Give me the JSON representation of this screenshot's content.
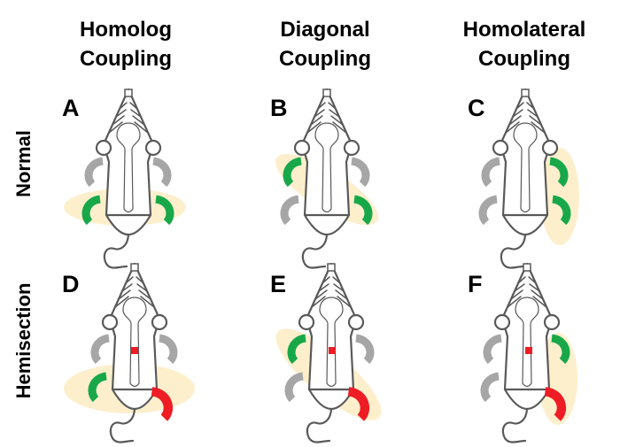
{
  "columns": [
    {
      "line1": "Homolog",
      "line2": "Coupling"
    },
    {
      "line1": "Diagonal",
      "line2": "Coupling"
    },
    {
      "line1": "Homolateral",
      "line2": "Coupling"
    }
  ],
  "rows": [
    {
      "label": "Normal"
    },
    {
      "label": "Hemisection"
    }
  ],
  "panels": [
    {
      "letter": "A",
      "coupling": "homolog",
      "lesion": false
    },
    {
      "letter": "B",
      "coupling": "diagonal",
      "lesion": false
    },
    {
      "letter": "C",
      "coupling": "homolateral",
      "lesion": false
    },
    {
      "letter": "D",
      "coupling": "homolog",
      "lesion": true
    },
    {
      "letter": "E",
      "coupling": "diagonal",
      "lesion": true
    },
    {
      "letter": "F",
      "coupling": "homolateral",
      "lesion": true
    }
  ],
  "colors": {
    "highlight": "#fdefcc",
    "active_limb": "#18a84a",
    "inactive_limb": "#a6a6a6",
    "lesioned_limb": "#ee1c24",
    "lesion_marker": "#ee1c24",
    "outline": "#595959"
  }
}
